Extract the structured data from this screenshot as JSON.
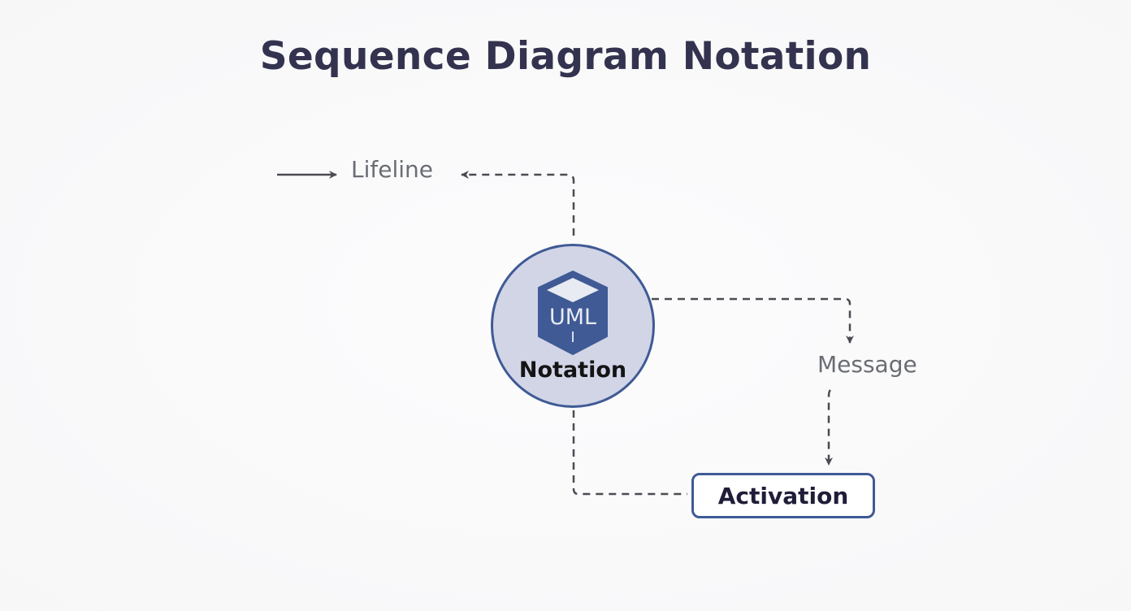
{
  "title": "Sequence Diagram Notation",
  "center_node": {
    "icon": "uml-cube-icon",
    "icon_text": "UML",
    "icon_subtext": "I",
    "caption": "Notation"
  },
  "labels": {
    "lifeline": "Lifeline",
    "message": "Message",
    "activation": "Activation"
  },
  "connectors": [
    {
      "from": "start",
      "to": "Lifeline",
      "style": "solid",
      "arrow": "end"
    },
    {
      "from": "Notation",
      "to": "Lifeline",
      "style": "dashed",
      "arrow": "end"
    },
    {
      "from": "Notation",
      "to": "Message",
      "style": "dashed",
      "arrow": "end"
    },
    {
      "from": "Message",
      "to": "Activation",
      "style": "dashed",
      "arrow": "end"
    },
    {
      "from": "Notation",
      "to": "Activation",
      "style": "dashed",
      "arrow": "none"
    }
  ],
  "colors": {
    "title": "#33334f",
    "accent": "#3f5a95",
    "circle_fill": "#d1d5e6",
    "connector": "#4a4c52",
    "label": "#6a6d73"
  }
}
